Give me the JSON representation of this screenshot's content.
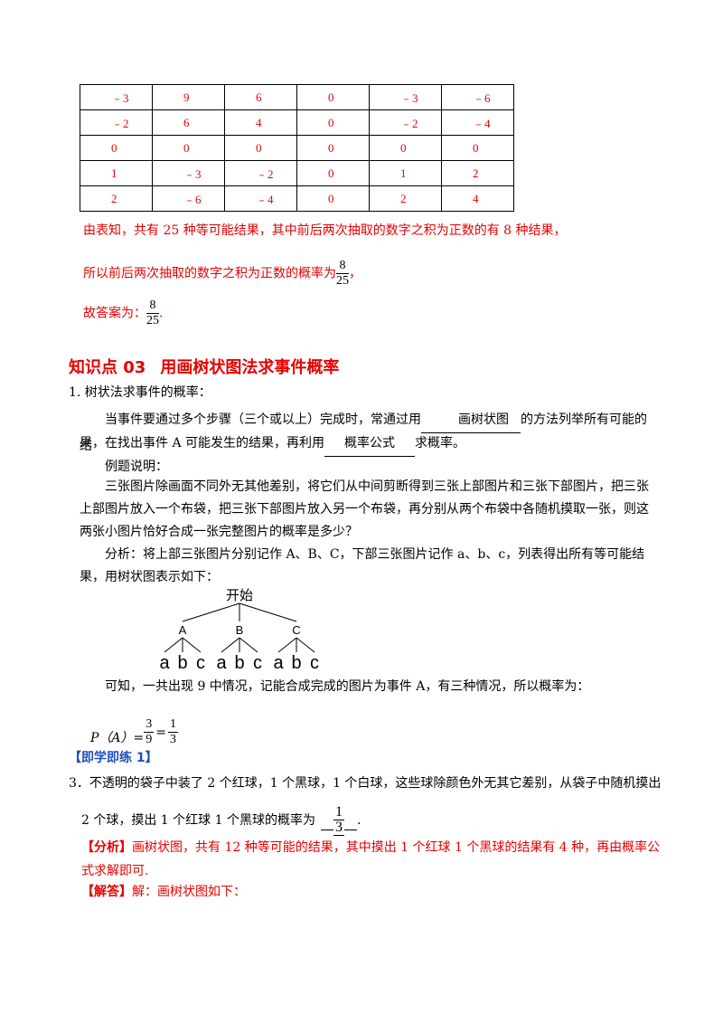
{
  "table": {
    "rows": [
      [
        "﹣3",
        "9",
        "6",
        "0",
        "﹣3",
        "﹣6"
      ],
      [
        "﹣2",
        "6",
        "4",
        "0",
        "﹣2",
        "﹣4"
      ],
      [
        "0",
        "0",
        "0",
        "0",
        "0",
        "0"
      ],
      [
        "1",
        "﹣3",
        "﹣2",
        "0",
        "1",
        "2"
      ],
      [
        "2",
        "﹣6",
        "﹣4",
        "0",
        "2",
        "4"
      ]
    ]
  },
  "solution": {
    "line1": "由表知，共有 25 种等可能结果，其中前后两次抽取的数字之积为正数的有 8 种结果，",
    "line2_prefix": "所以前后两次抽取的数字之积为正数的概率为",
    "line2_num": "8",
    "line2_den": "25",
    "line2_suffix": "，",
    "line3_prefix": "故答案为：",
    "line3_num": "8",
    "line3_den": "25",
    "line3_suffix": "."
  },
  "section": {
    "code": "知识点 03",
    "title": "用画树状图法求事件概率"
  },
  "item1": {
    "title": "1. 树状法求事件的概率：",
    "p1_a": "当事件要通过多个步骤（三个或以上）完成时，常通过用",
    "p1_blank": "画树状图",
    "p1_b": "的方法列举所有可能的结",
    "p1_c": "果，在找出事件 A 可能发生的结果，再利用",
    "p1_blank2": "概率公式",
    "p1_d": "求概率。",
    "example_label": "例题说明：",
    "example_text": "三张图片除画面不同外无其他差别，将它们从中间剪断得到三张上部图片和三张下部图片，把三张上部图片放入一个布袋，把三张下部图片放入另一个布袋，再分别从两个布袋中各随机摸取一张，则这两张小图片恰好合成一张完整图片的概率是多少？",
    "analysis_text": "分析：将上部三张图片分别记作 A、B、C，下部三张图片记作 a、b、c，列表得出所有等可能结果，用树状图表示如下：",
    "conclusion": "可知，一共出现 9 中情况，记能合成完成的图片为事件 A，有三种情况，所以概率为：",
    "formula_lhs": "P（A）=",
    "formula_n1": "3",
    "formula_d1": "9",
    "formula_eq": "=",
    "formula_n2": "1",
    "formula_d2": "3"
  },
  "tree": {
    "root": "开始",
    "level1": [
      "A",
      "B",
      "C"
    ],
    "level2": [
      "a",
      "b",
      "c",
      "a",
      "b",
      "c",
      "a",
      "b",
      "c"
    ]
  },
  "practice": {
    "label": "【即学即练 1】",
    "q_line1": "3．不透明的袋子中装了 2 个红球，1 个黑球，1 个白球，这些球除颜色外无其它差别，从袋子中随机摸出",
    "q_line2_prefix": "2 个球，摸出 1 个红球 1 个黑球的概率为",
    "q_num": "1",
    "q_den": "3",
    "q_suffix": ".",
    "analysis_tag": "【分析】",
    "analysis_text": "画树状图，共有 12 种等可能的结果，其中摸出 1 个红球 1 个黑球的结果有 4 种，再由概率公式求解即可.",
    "answer_tag": "【解答】",
    "answer_text": "解：画树状图如下："
  }
}
